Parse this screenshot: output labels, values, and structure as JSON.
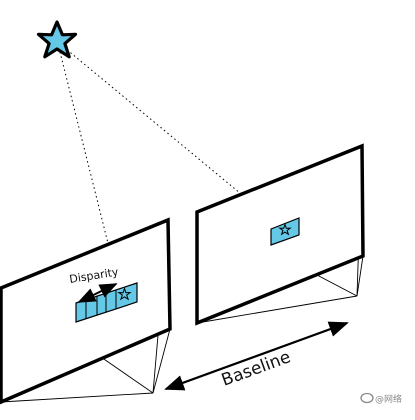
{
  "labels": {
    "disparity": "Disparity",
    "baseline": "Baseline"
  },
  "watermark": {
    "icon": "weibo-icon",
    "text": "@网络"
  },
  "colors": {
    "star_fill": "#64c8e6",
    "patch_fill": "#64c8e6",
    "stroke": "#000000"
  },
  "icons": [
    "star-icon",
    "small-star-icon",
    "double-arrow-icon"
  ]
}
